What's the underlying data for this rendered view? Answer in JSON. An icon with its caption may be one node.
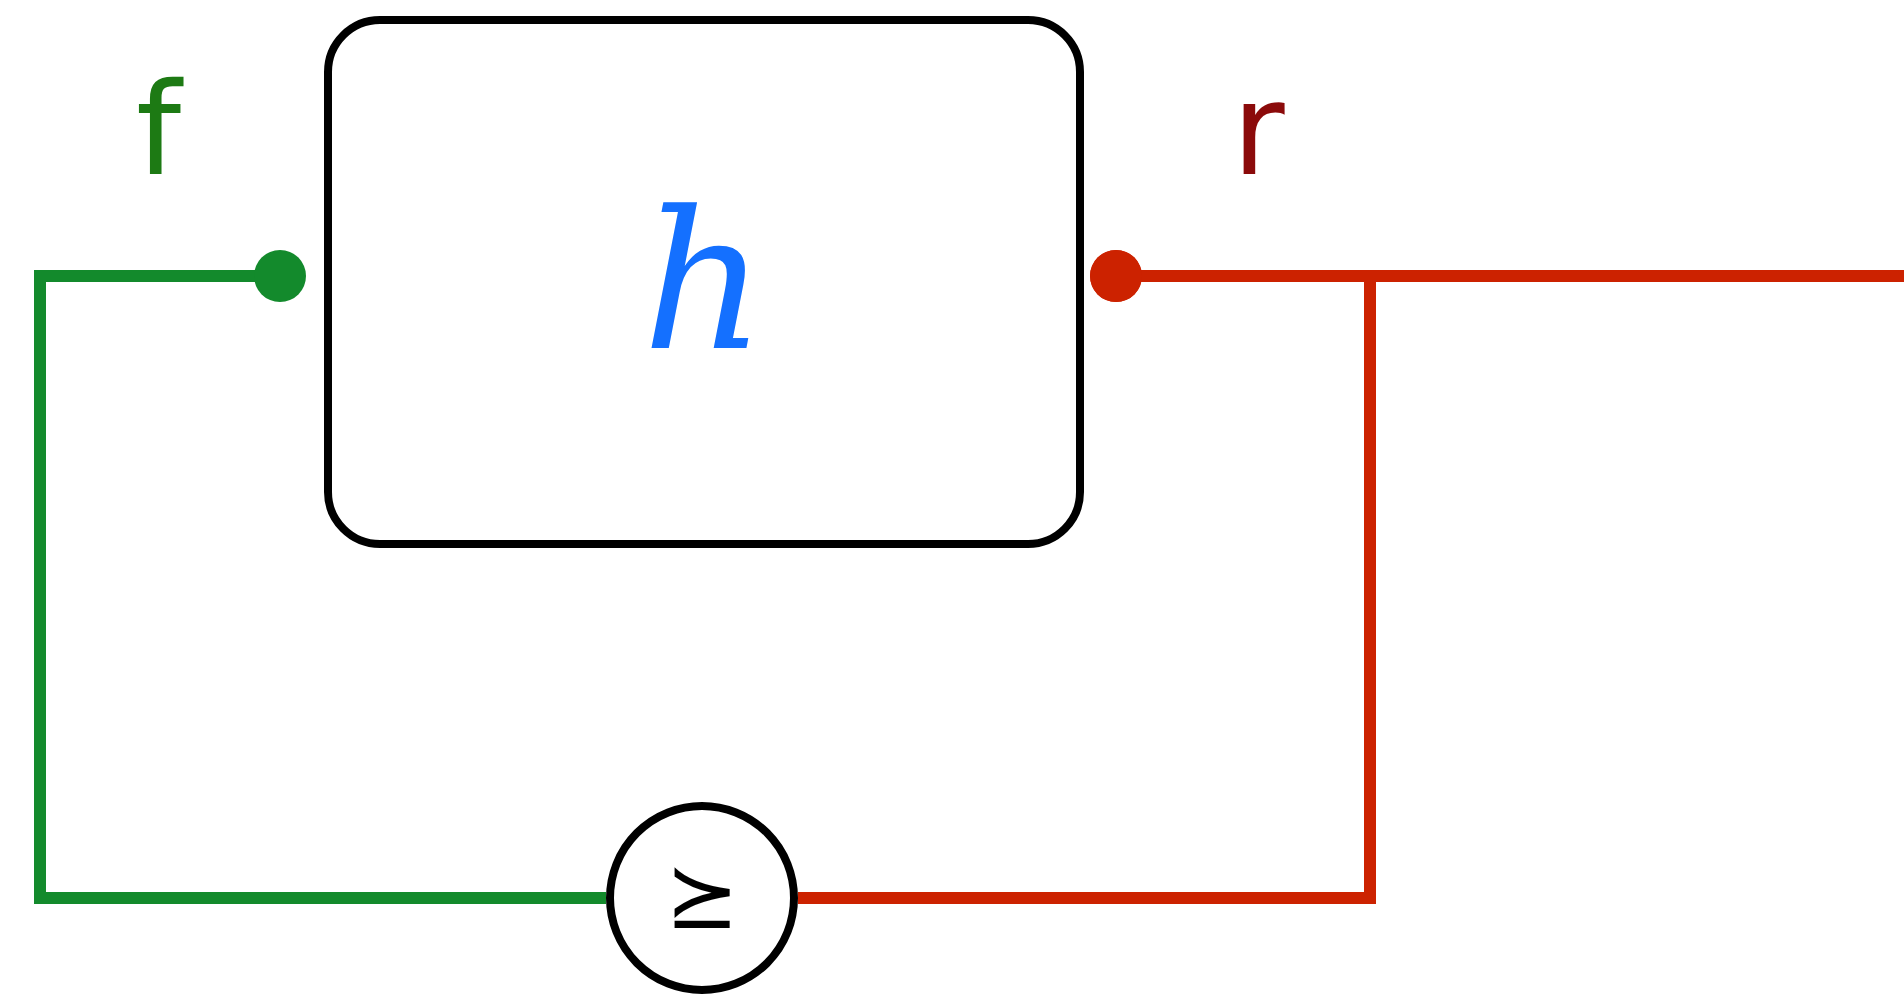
{
  "diagram": {
    "nodes": [
      {
        "text": [
          "h"
        ]
      },
      {
        "text": [
          "⪰"
        ]
      }
    ],
    "edges": [
      {
        "from": 0,
        "to": 1,
        "arrow": "other",
        "color": "#138a2c"
      },
      {
        "from": 0,
        "to": 1,
        "arrow": "other"
      },
      {
        "from": 0,
        "to": null,
        "arrow": "other"
      }
    ],
    "labels": [
      "f",
      "r"
    ]
  }
}
